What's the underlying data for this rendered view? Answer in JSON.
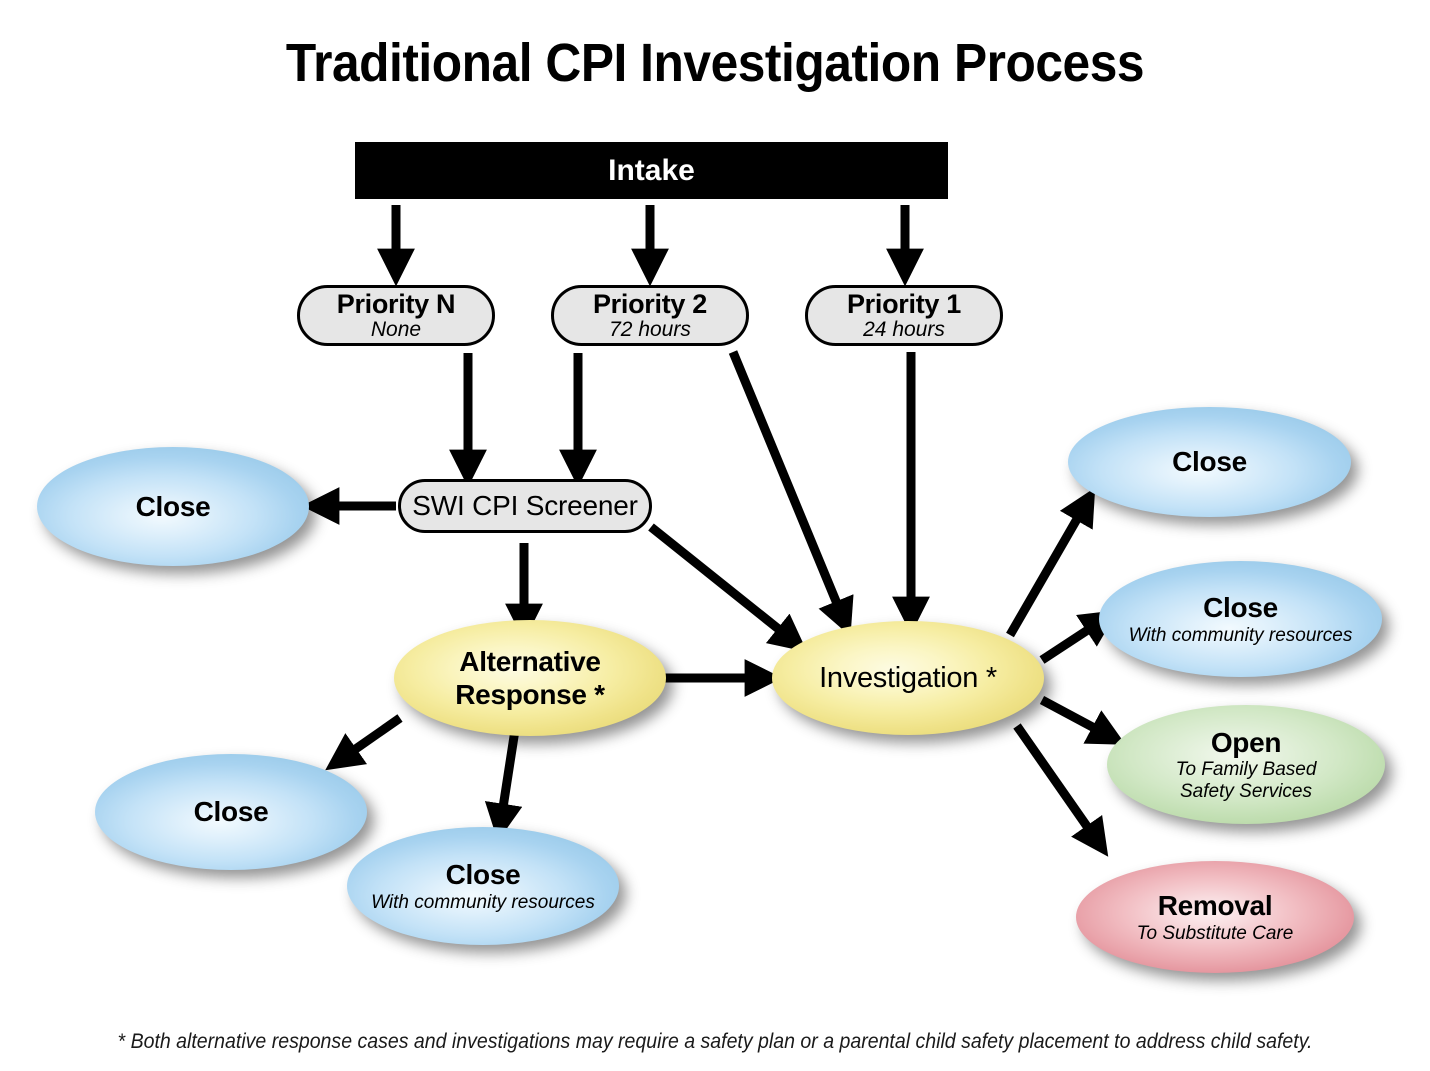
{
  "diagram": {
    "title": "Traditional CPI Investigation Process",
    "footnote": "* Both alternative response cases and investigations may require a safety plan or a parental child safety placement to address child safety.",
    "colors": {
      "intake_fill": "#000000",
      "intake_text": "#ffffff",
      "pill_fill": "#e6e6e6",
      "pill_border": "#000000",
      "blue_node": "#c3e2f7",
      "yellow_node": "#f6eda2",
      "green_node": "#d2e8c6",
      "pink_node": "#f2bfc4",
      "edge": "#000000"
    },
    "nodes": {
      "intake": {
        "label": "Intake"
      },
      "priority_n": {
        "label": "Priority N",
        "sub": "None"
      },
      "priority_2": {
        "label": "Priority 2",
        "sub": "72 hours"
      },
      "priority_1": {
        "label": "Priority 1",
        "sub": "24 hours"
      },
      "screener": {
        "label": "SWI CPI Screener"
      },
      "close_screener": {
        "label": "Close"
      },
      "alternative_response": {
        "label": "Alternative",
        "label2": "Response *"
      },
      "investigation": {
        "label": "Investigation *"
      },
      "close_ar_left": {
        "label": "Close"
      },
      "close_ar_resources": {
        "label": "Close",
        "sub": "With community resources"
      },
      "close_inv_top": {
        "label": "Close"
      },
      "close_inv_resources": {
        "label": "Close",
        "sub": "With community resources"
      },
      "open_fbss": {
        "label": "Open",
        "sub1": "To Family Based",
        "sub2": "Safety Services"
      },
      "removal": {
        "label": "Removal",
        "sub": "To Substitute Care"
      }
    },
    "edges": [
      {
        "from": "intake",
        "to": "priority_n"
      },
      {
        "from": "intake",
        "to": "priority_2"
      },
      {
        "from": "intake",
        "to": "priority_1"
      },
      {
        "from": "priority_n",
        "to": "screener"
      },
      {
        "from": "priority_2",
        "to": "screener"
      },
      {
        "from": "priority_2",
        "to": "investigation"
      },
      {
        "from": "priority_1",
        "to": "investigation"
      },
      {
        "from": "screener",
        "to": "close_screener"
      },
      {
        "from": "screener",
        "to": "alternative_response"
      },
      {
        "from": "screener",
        "to": "investigation"
      },
      {
        "from": "alternative_response",
        "to": "investigation"
      },
      {
        "from": "alternative_response",
        "to": "close_ar_left"
      },
      {
        "from": "alternative_response",
        "to": "close_ar_resources"
      },
      {
        "from": "investigation",
        "to": "close_inv_top"
      },
      {
        "from": "investigation",
        "to": "close_inv_resources"
      },
      {
        "from": "investigation",
        "to": "open_fbss"
      },
      {
        "from": "investigation",
        "to": "removal"
      }
    ]
  }
}
